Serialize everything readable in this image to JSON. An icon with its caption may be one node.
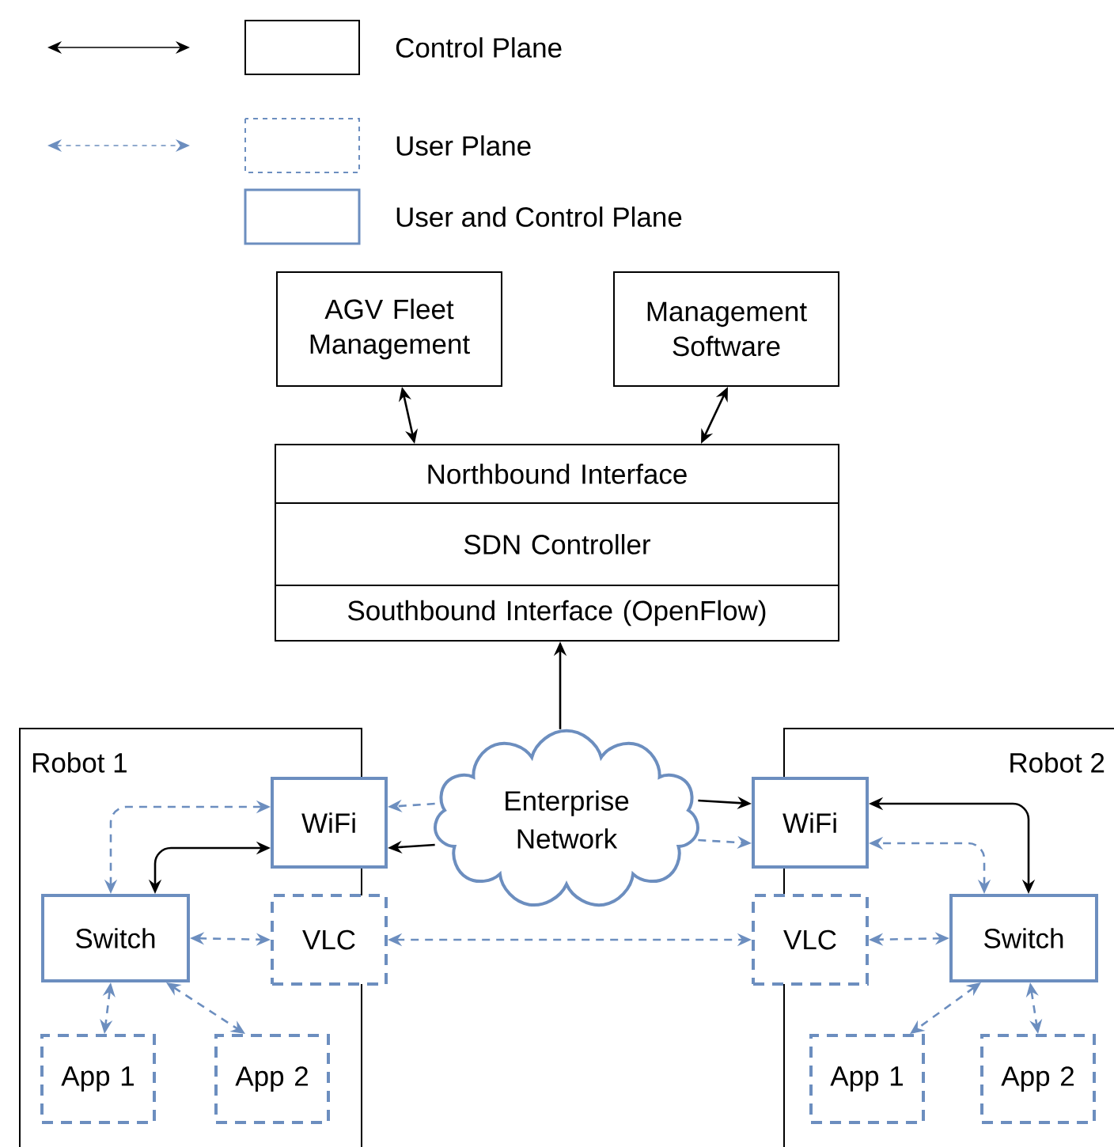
{
  "diagram": {
    "nodes": [
      {
        "text": [
          "AGV Fleet Management"
        ]
      },
      {
        "text": [
          "Management Software"
        ]
      },
      {
        "text": [
          "Northbound Interface"
        ]
      },
      {
        "text": [
          "SDN Controller"
        ]
      },
      {
        "text": [
          "Southbound Interface (OpenFlow)"
        ]
      },
      {
        "text": [
          "Robot 1"
        ]
      },
      {
        "text": [
          "WiFi"
        ]
      },
      {
        "text": [
          "VLC"
        ]
      },
      {
        "text": [
          "Switch"
        ],
        "in": 5
      },
      {
        "text": [
          "App 1"
        ],
        "in": 5
      },
      {
        "text": [
          "App 2"
        ],
        "in": 5
      },
      {
        "text": [
          "Enterprise Network"
        ]
      },
      {
        "text": [
          "Robot 2"
        ]
      },
      {
        "text": [
          "WiFi"
        ]
      },
      {
        "text": [
          "VLC"
        ]
      },
      {
        "text": [
          "Switch"
        ],
        "in": 12
      },
      {
        "text": [
          "App 1"
        ],
        "in": 12
      },
      {
        "text": [
          "App 2"
        ],
        "in": 12
      }
    ],
    "edges": [
      {
        "from": 0,
        "to": 2,
        "arrow": "both",
        "color": "#000000"
      },
      {
        "from": 1,
        "to": 2,
        "arrow": "both",
        "color": "#000000"
      },
      {
        "from": 11,
        "to": 4,
        "arrow": "to",
        "color": "#000000"
      },
      {
        "from": 11,
        "to": 6,
        "arrow": "to",
        "color": "#000000"
      },
      {
        "from": 11,
        "to": 13,
        "arrow": "to",
        "color": "#000000"
      },
      {
        "from": 11,
        "to": 6,
        "arrow": "to",
        "style": "dashed"
      },
      {
        "from": 11,
        "to": 13,
        "arrow": "to",
        "style": "dashed"
      },
      {
        "from": 7,
        "to": 14,
        "arrow": "both",
        "style": "dashed"
      },
      {
        "from": 8,
        "to": 6,
        "arrow": "both",
        "color": "#000000"
      },
      {
        "from": 8,
        "to": 6,
        "arrow": "both",
        "style": "dashed"
      },
      {
        "from": 8,
        "to": 7,
        "arrow": "both",
        "style": "dashed"
      },
      {
        "from": 8,
        "to": 9,
        "arrow": "both",
        "style": "dashed"
      },
      {
        "from": 8,
        "to": 10,
        "arrow": "both",
        "style": "dashed"
      },
      {
        "from": 15,
        "to": 13,
        "arrow": "both",
        "color": "#000000"
      },
      {
        "from": 15,
        "to": 13,
        "arrow": "both",
        "style": "dashed"
      },
      {
        "from": 15,
        "to": 14,
        "arrow": "both",
        "style": "dashed"
      },
      {
        "from": 15,
        "to": 16,
        "arrow": "both",
        "style": "dashed"
      },
      {
        "from": 15,
        "to": 17,
        "arrow": "both",
        "style": "dashed"
      }
    ],
    "legend": [
      {
        "text": "Control Plane"
      },
      {
        "text": "User Plane"
      },
      {
        "text": "User and Control Plane"
      }
    ]
  }
}
